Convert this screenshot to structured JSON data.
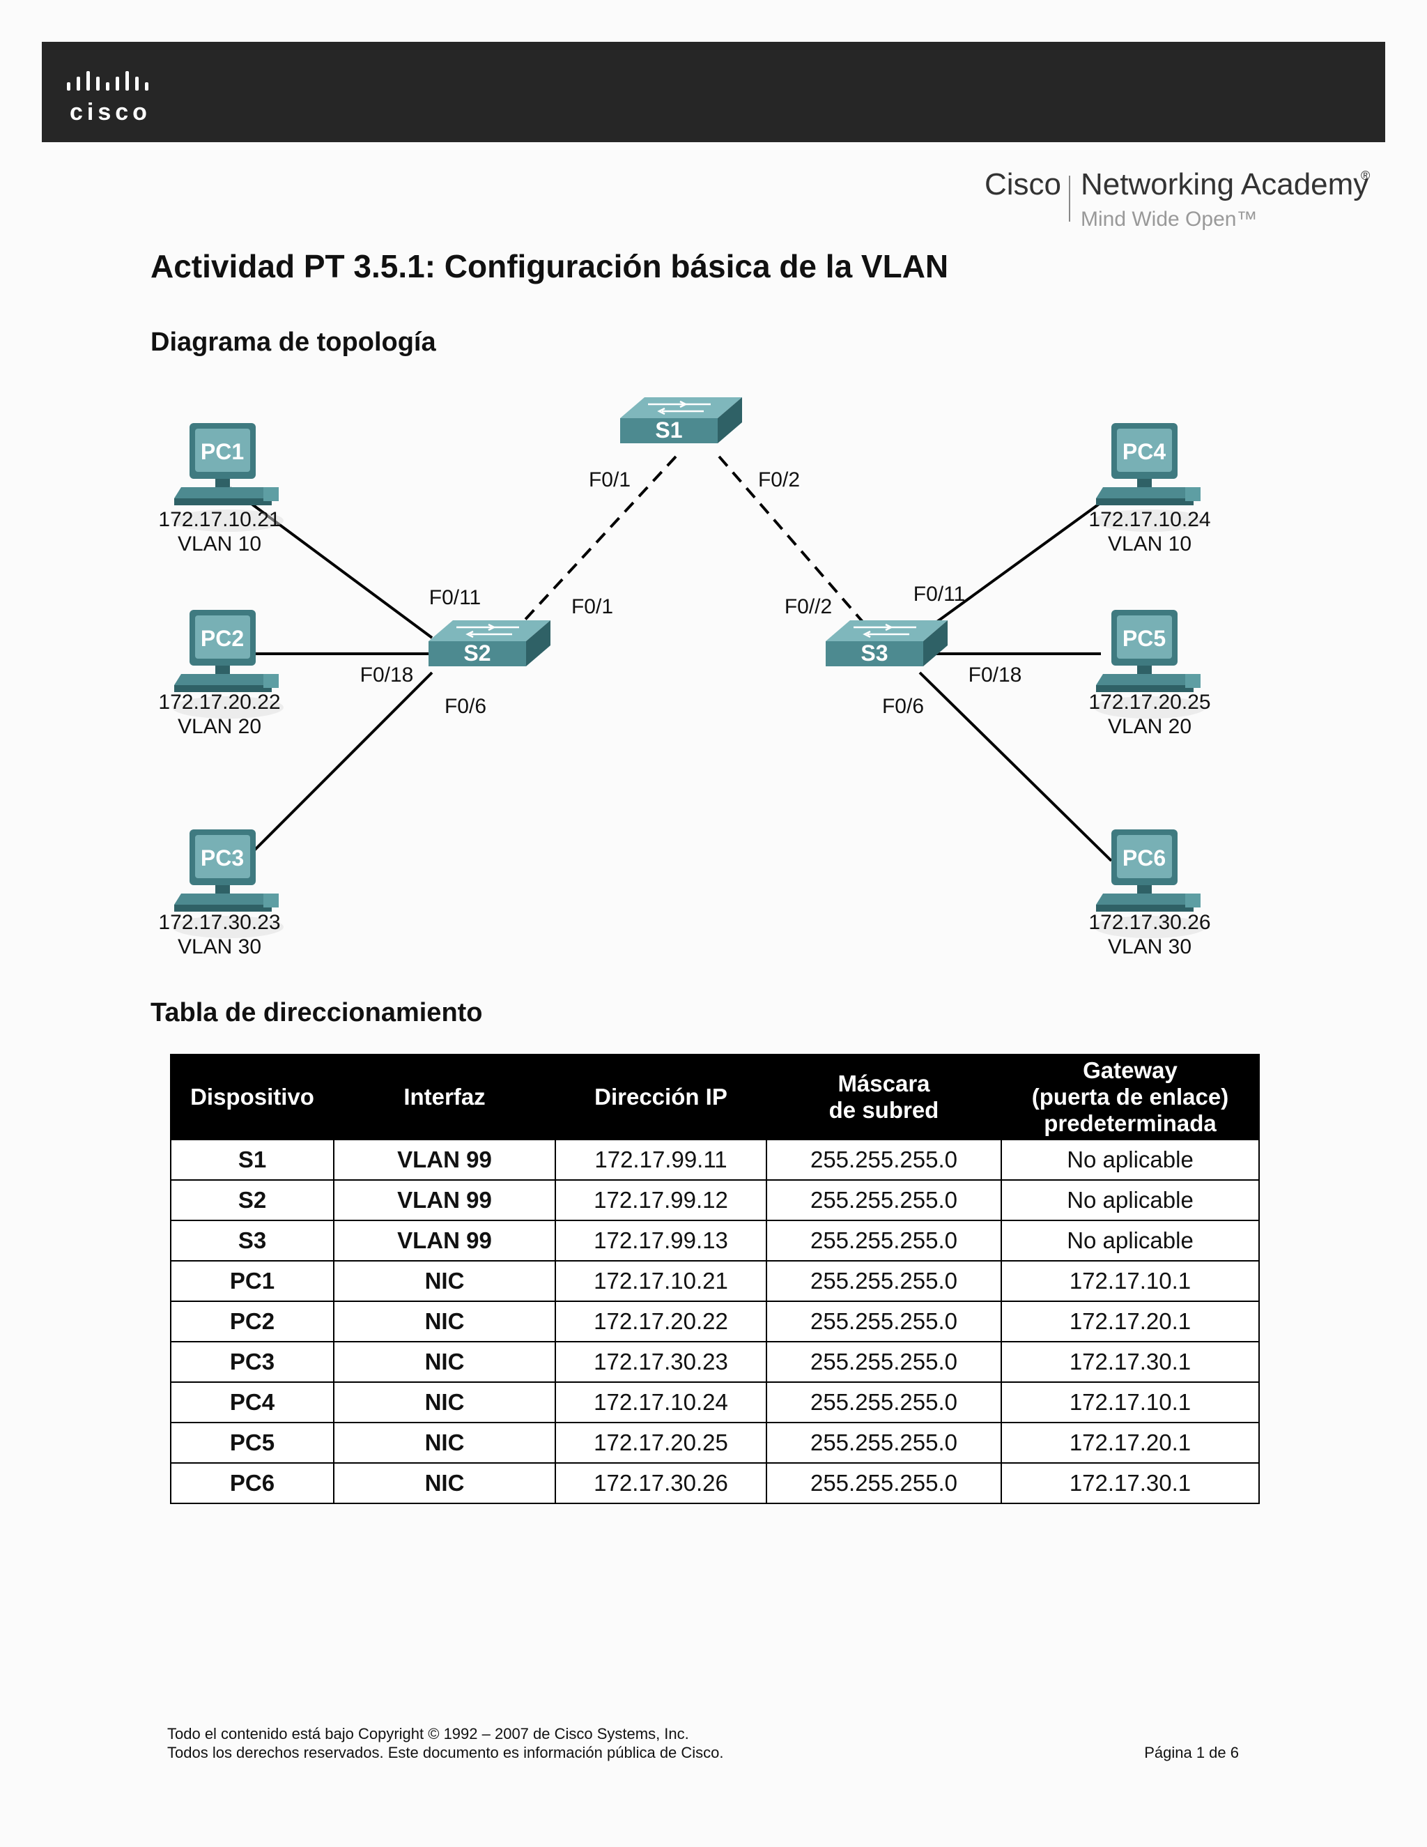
{
  "header": {
    "logo_text": "cisco",
    "brand": "Cisco",
    "academy": "Networking Academy",
    "registered": "®",
    "tagline": "Mind Wide Open™"
  },
  "title": "Actividad PT 3.5.1: Configuración básica de la VLAN",
  "sections": {
    "topology": "Diagrama de topología",
    "addressing": "Tabla de direccionamiento"
  },
  "topology": {
    "switches": [
      {
        "id": "s1",
        "label": "S1"
      },
      {
        "id": "s2",
        "label": "S2"
      },
      {
        "id": "s3",
        "label": "S3"
      }
    ],
    "pcs": [
      {
        "id": "pc1",
        "label": "PC1",
        "ip": "172.17.10.21",
        "vlan": "VLAN 10"
      },
      {
        "id": "pc2",
        "label": "PC2",
        "ip": "172.17.20.22",
        "vlan": "VLAN 20"
      },
      {
        "id": "pc3",
        "label": "PC3",
        "ip": "172.17.30.23",
        "vlan": "VLAN 30"
      },
      {
        "id": "pc4",
        "label": "PC4",
        "ip": "172.17.10.24",
        "vlan": "VLAN 10"
      },
      {
        "id": "pc5",
        "label": "PC5",
        "ip": "172.17.20.25",
        "vlan": "VLAN 20"
      },
      {
        "id": "pc6",
        "label": "PC6",
        "ip": "172.17.30.26",
        "vlan": "VLAN 30"
      }
    ],
    "ports": {
      "s1_to_s2": "F0/1",
      "s1_to_s3": "F0/2",
      "s2_to_s1": "F0/1",
      "s2_to_pc1": "F0/11",
      "s2_to_pc2": "F0/18",
      "s2_to_pc3": "F0/6",
      "s3_to_s1": "F0//2",
      "s3_to_pc4": "F0/11",
      "s3_to_pc5": "F0/18",
      "s3_to_pc6": "F0/6"
    }
  },
  "table": {
    "headers": [
      "Dispositivo",
      "Interfaz",
      "Dirección IP",
      "Máscara de subred",
      "Gateway (puerta de enlace) predeterminada"
    ],
    "header_mask_lines": [
      "Máscara",
      "de subred"
    ],
    "header_gateway_lines": [
      "Gateway",
      "(puerta de enlace)",
      "predeterminada"
    ],
    "rows": [
      [
        "S1",
        "VLAN 99",
        "172.17.99.11",
        "255.255.255.0",
        "No aplicable"
      ],
      [
        "S2",
        "VLAN 99",
        "172.17.99.12",
        "255.255.255.0",
        "No aplicable"
      ],
      [
        "S3",
        "VLAN 99",
        "172.17.99.13",
        "255.255.255.0",
        "No aplicable"
      ],
      [
        "PC1",
        "NIC",
        "172.17.10.21",
        "255.255.255.0",
        "172.17.10.1"
      ],
      [
        "PC2",
        "NIC",
        "172.17.20.22",
        "255.255.255.0",
        "172.17.20.1"
      ],
      [
        "PC3",
        "NIC",
        "172.17.30.23",
        "255.255.255.0",
        "172.17.30.1"
      ],
      [
        "PC4",
        "NIC",
        "172.17.10.24",
        "255.255.255.0",
        "172.17.10.1"
      ],
      [
        "PC5",
        "NIC",
        "172.17.20.25",
        "255.255.255.0",
        "172.17.20.1"
      ],
      [
        "PC6",
        "NIC",
        "172.17.30.26",
        "255.255.255.0",
        "172.17.30.1"
      ]
    ]
  },
  "footer": {
    "line1": "Todo el contenido está bajo Copyright © 1992 – 2007 de Cisco Systems, Inc.",
    "line2": "Todos los derechos reservados. Este documento es información pública de Cisco.",
    "page": "Página 1 de 6"
  },
  "colors": {
    "banner": "#262626",
    "device": "#5e9ea3",
    "device_dark": "#3f7a80"
  }
}
